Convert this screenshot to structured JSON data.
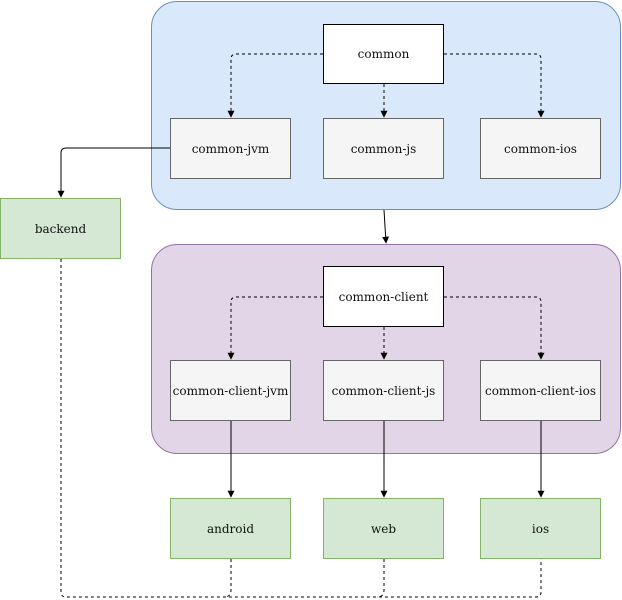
{
  "nodes": {
    "common": "common",
    "common_jvm": "common-jvm",
    "common_js": "common-js",
    "common_ios": "common-ios",
    "backend": "backend",
    "common_client": "common-client",
    "common_client_jvm": "common-client-jvm",
    "common_client_js": "common-client-js",
    "common_client_ios": "common-client-ios",
    "android": "android",
    "web": "web",
    "ios": "ios"
  },
  "colors": {
    "group_blue_fill": "#dae8fc",
    "group_blue_stroke": "#6c8ebf",
    "group_purple_fill": "#e1d5e7",
    "group_purple_stroke": "#9673a6",
    "platform_fill": "#f5f5f5",
    "app_fill": "#d5e8d4",
    "app_stroke": "#82b366",
    "line": "#000000"
  }
}
